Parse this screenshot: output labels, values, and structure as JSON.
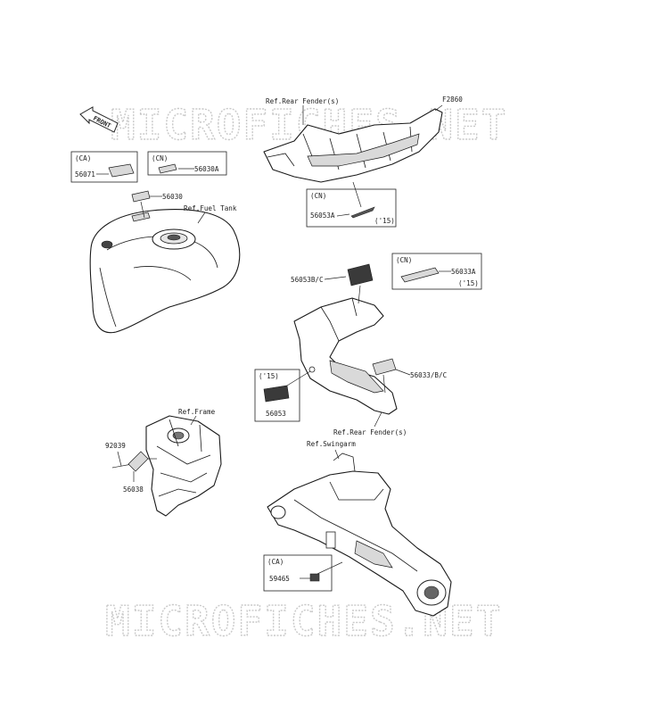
{
  "watermark": {
    "top": "MICROFICHES.NET",
    "bottom": "MICROFICHES.NET"
  },
  "figure_code": "F2860",
  "front_arrow": "FRONT",
  "callouts": {
    "ref_rear_fender_top": "Ref.Rear Fender(s)",
    "ref_rear_fender_mid": "Ref.Rear Fender(s)",
    "ref_fuel_tank": "Ref.Fuel Tank",
    "ref_frame": "Ref.Frame",
    "ref_swingarm": "Ref.Swingarm"
  },
  "boxes": {
    "ca_56071": {
      "tag": "(CA)",
      "part": "56071"
    },
    "cn_56030a": {
      "tag": "(CN)",
      "part": "56030A"
    },
    "cn_56053a": {
      "tag": "(CN)",
      "part": "56053A",
      "year": "('15)"
    },
    "cn_56033a": {
      "tag": "(CN)",
      "part": "56033A",
      "year": "('15)"
    },
    "y15_56053": {
      "tag": "('15)",
      "part": "56053"
    },
    "ca_59465": {
      "tag": "(CA)",
      "part": "59465"
    }
  },
  "parts": {
    "p56030": "56030",
    "p56053bc": "56053B/C",
    "p56033bc": "56033/B/C",
    "p92039": "92039",
    "p56038": "56038"
  },
  "icons": [
    "front-arrow-icon",
    "fuel-tank-illustration",
    "rear-fender-illustration",
    "seat-cowl-illustration",
    "frame-illustration",
    "swingarm-illustration",
    "label-sticker-icon"
  ]
}
